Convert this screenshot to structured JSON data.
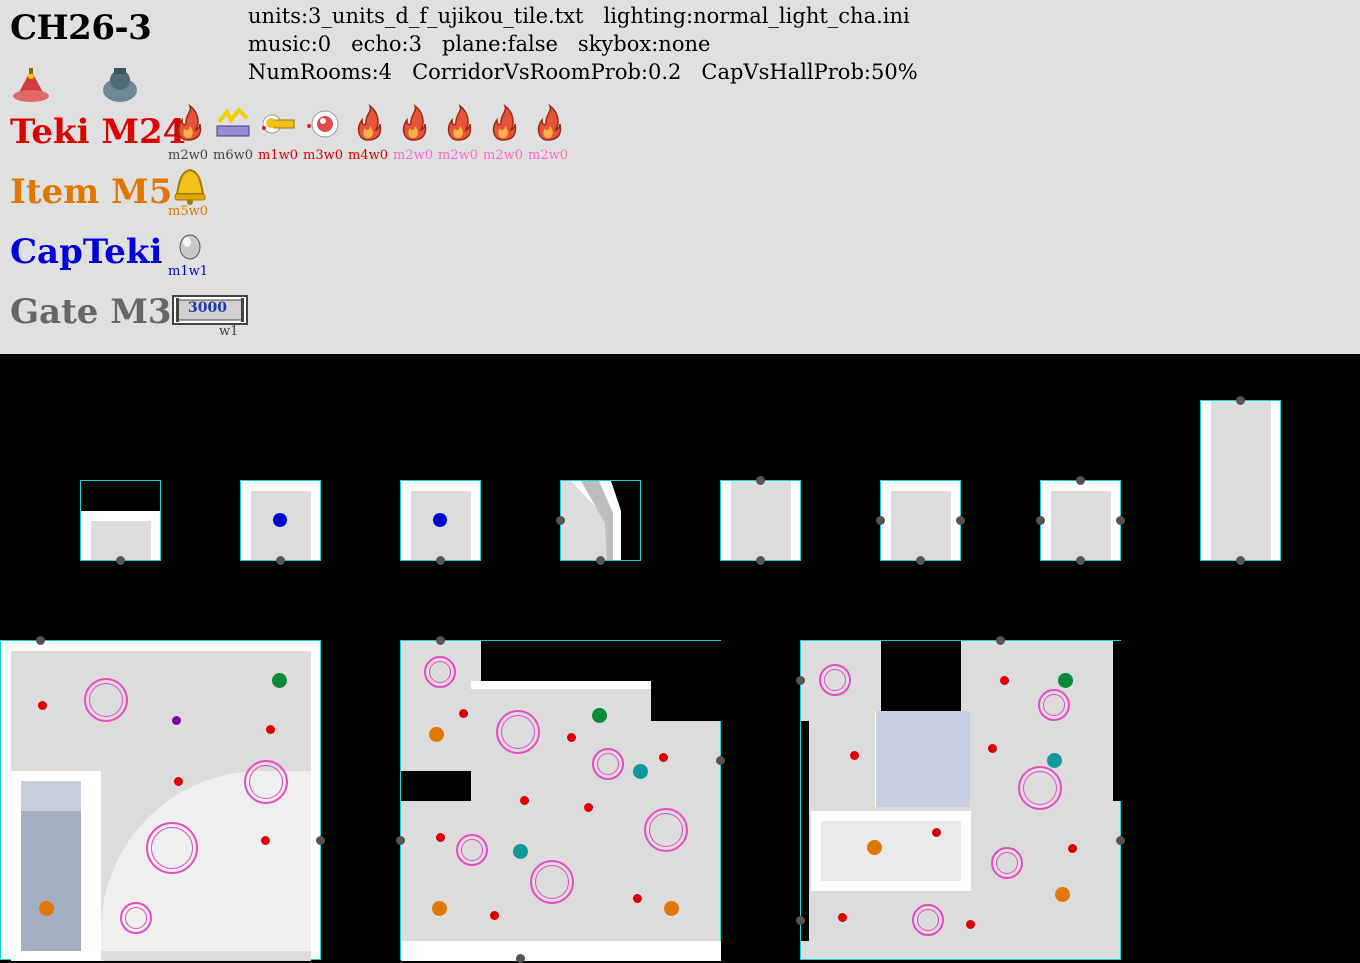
{
  "title": "CH26-3",
  "info": {
    "line1": "units:3_units_d_f_ujikou_tile.txt   lighting:normal_light_cha.ini",
    "line2": "music:0   echo:3   plane:false   skybox:none",
    "line3": "NumRooms:4   CorridorVsRoomProb:0.2   CapVsHallProb:50%"
  },
  "categories": {
    "teki": {
      "label": "Teki M24",
      "color": "#dd0000"
    },
    "item": {
      "label": "Item M5",
      "color": "#e07800"
    },
    "capteki": {
      "label": "CapTeki",
      "color": "#0000dd"
    },
    "gate": {
      "label": "Gate M3",
      "color": "#666666"
    }
  },
  "teki_codes": [
    {
      "code": "m2w0",
      "color": "#444444",
      "icon": "fire-geyser-icon"
    },
    {
      "code": "m6w0",
      "color": "#444444",
      "icon": "electric-gate-icon"
    },
    {
      "code": "m1w0",
      "color": "#dd0000",
      "icon": "key-creature-icon"
    },
    {
      "code": "m3w0",
      "color": "#dd0000",
      "icon": "bulborb-icon"
    },
    {
      "code": "m4w0",
      "color": "#dd0000",
      "icon": "fire-geyser-icon"
    },
    {
      "code": "m2w0",
      "color": "#ff66cc",
      "icon": "fire-geyser-icon"
    },
    {
      "code": "m2w0",
      "color": "#ff66cc",
      "icon": "fire-geyser-icon"
    },
    {
      "code": "m2w0",
      "color": "#ff66cc",
      "icon": "fire-geyser-icon"
    },
    {
      "code": "m2w0",
      "color": "#ff66cc",
      "icon": "fire-geyser-icon"
    }
  ],
  "item_codes": [
    {
      "code": "m5w0",
      "color": "#e07800",
      "icon": "golden-bell-icon"
    }
  ],
  "capteki_codes": [
    {
      "code": "m1w1",
      "color": "#0000dd",
      "icon": "egg-icon"
    }
  ],
  "gate": {
    "value": "3000",
    "code": "w1"
  },
  "colors": {
    "door": "#555555",
    "tile_border": "#19d3d3",
    "spawn_red": "#dd0000",
    "spawn_pink": "#e84ac4",
    "spawn_orange": "#e07800",
    "spawn_green": "#0a8a3a",
    "spawn_teal": "#0e9a9a",
    "spawn_blue": "#0000dd",
    "spawn_purple": "#8800aa"
  }
}
